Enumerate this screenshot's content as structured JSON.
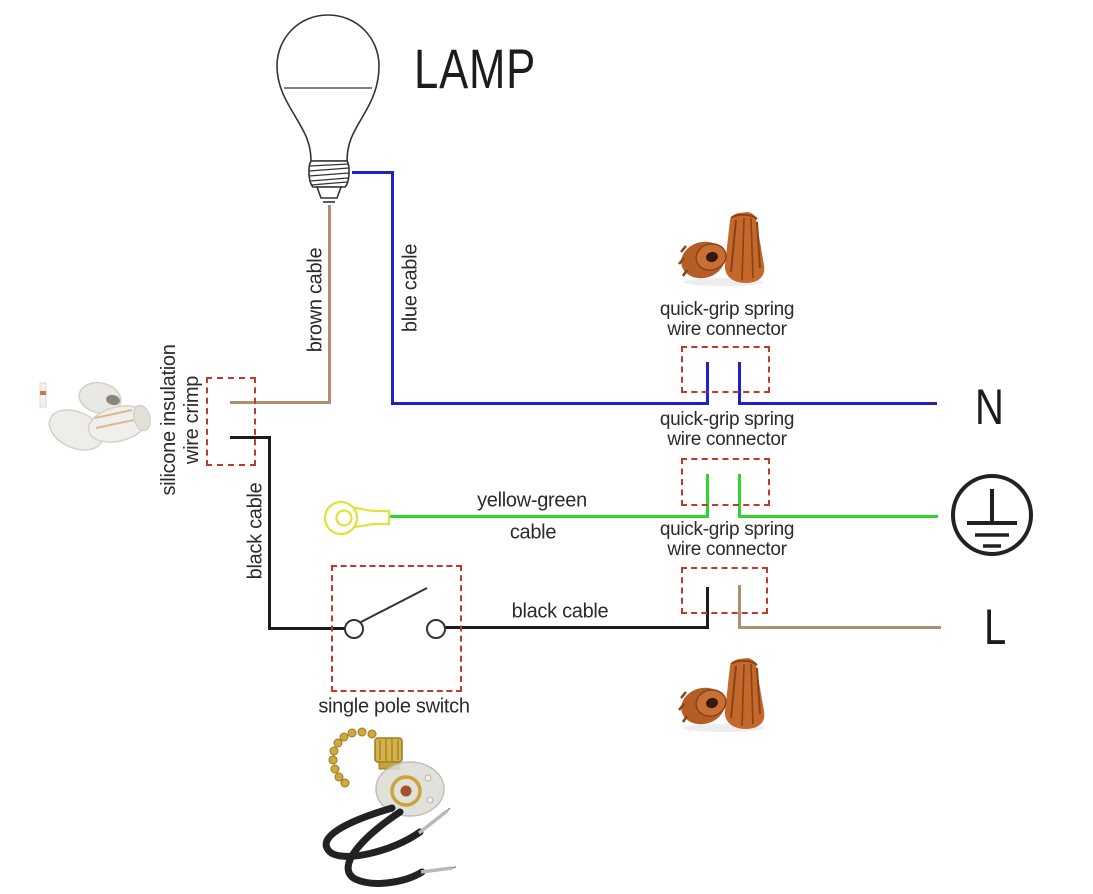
{
  "title": "LAMP",
  "terminals": {
    "neutral": "N",
    "line": "L"
  },
  "cables": {
    "brown": "brown cable",
    "blue": "blue cable",
    "black_vertical": "black cable",
    "black_horizontal": "black cable",
    "yellow_green_line1": "yellow-green",
    "yellow_green_line2": "cable"
  },
  "crimp": {
    "line1": "silicone insulation",
    "line2": "wire crimp"
  },
  "switch_label": "single pole switch",
  "connectors": [
    {
      "line1": "quick-grip spring",
      "line2": "wire connector"
    },
    {
      "line1": "quick-grip spring",
      "line2": "wire connector"
    },
    {
      "line1": "quick-grip spring",
      "line2": "wire connector"
    }
  ],
  "colors": {
    "blue_wire": "#2121cc",
    "brown_wire": "#b28e70",
    "green_wire": "#2fd52f",
    "black_wire": "#1c1c1c",
    "dashed_outline": "#c0392b",
    "terminal_yellow": "#dfe23a",
    "wire_nut_orange": "#c4682e"
  }
}
